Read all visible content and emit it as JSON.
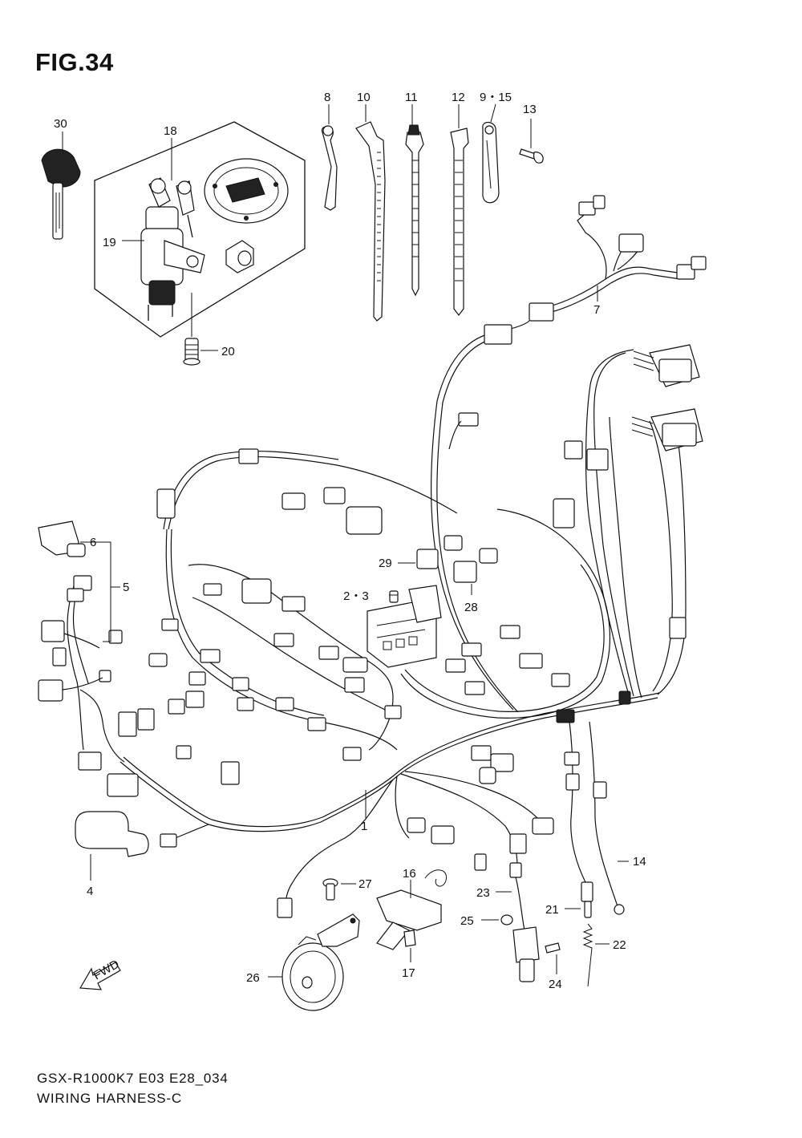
{
  "figure": {
    "title": "FIG.34",
    "model_code": "GSX-R1000K7 E03 E28_034",
    "section_name": "WIRING HARNESS-C",
    "direction_marker": "FWD"
  },
  "callouts": [
    {
      "id": "p1",
      "label": "1"
    },
    {
      "id": "p23-pair",
      "label": "2・3"
    },
    {
      "id": "p4",
      "label": "4"
    },
    {
      "id": "p5",
      "label": "5"
    },
    {
      "id": "p6",
      "label": "6"
    },
    {
      "id": "p7",
      "label": "7"
    },
    {
      "id": "p8",
      "label": "8"
    },
    {
      "id": "p915-pair",
      "label": "9・15"
    },
    {
      "id": "p10",
      "label": "10"
    },
    {
      "id": "p11",
      "label": "11"
    },
    {
      "id": "p12",
      "label": "12"
    },
    {
      "id": "p13",
      "label": "13"
    },
    {
      "id": "p14",
      "label": "14"
    },
    {
      "id": "p16",
      "label": "16"
    },
    {
      "id": "p17",
      "label": "17"
    },
    {
      "id": "p18",
      "label": "18"
    },
    {
      "id": "p19",
      "label": "19"
    },
    {
      "id": "p20",
      "label": "20"
    },
    {
      "id": "p21",
      "label": "21"
    },
    {
      "id": "p22",
      "label": "22"
    },
    {
      "id": "p23",
      "label": "23"
    },
    {
      "id": "p24",
      "label": "24"
    },
    {
      "id": "p25",
      "label": "25"
    },
    {
      "id": "p26",
      "label": "26"
    },
    {
      "id": "p27",
      "label": "27"
    },
    {
      "id": "p28",
      "label": "28"
    },
    {
      "id": "p29",
      "label": "29"
    },
    {
      "id": "p30",
      "label": "30"
    }
  ]
}
